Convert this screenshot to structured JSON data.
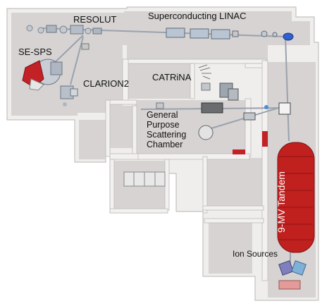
{
  "title": "",
  "labels": {
    "resolut": "RESOLUT",
    "linac": "Superconducting LINAC",
    "se_sps": "SE-SPS",
    "clarion2": "CLARION2",
    "catrina": "CATRiNA",
    "gpsc": "General\nPurpose\nScattering\nChamber",
    "tandem": "9-MV Tandem",
    "ion_sources": "Ion Sources"
  },
  "colors": {
    "floor": "#d6d3d2",
    "walls": "#efeeed",
    "tandem": "#c0201e",
    "magnet": "#c22126",
    "beamline": "#2f6fd6",
    "ion_source_blue": "#7fb0d8",
    "ion_source_violet": "#7f7fc0",
    "ion_source_base": "#e39a98"
  }
}
